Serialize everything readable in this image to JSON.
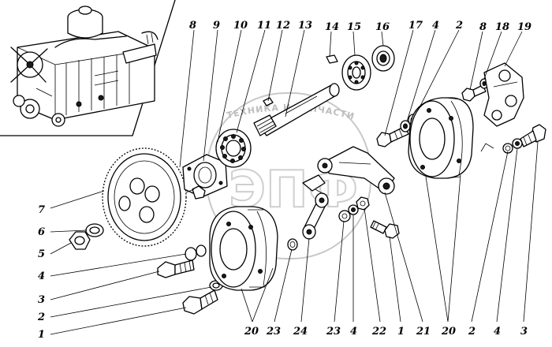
{
  "watermark": {
    "arc_text": "ТЕХНИКА И ЗАПЧАСТИ",
    "logo_text": "ЭПФ"
  },
  "callouts": {
    "top": [
      "8",
      "9",
      "10",
      "11",
      "12",
      "13",
      "14",
      "15",
      "16",
      "17",
      "4",
      "2",
      "8",
      "18",
      "19"
    ],
    "left": [
      "7",
      "6",
      "5",
      "4",
      "3",
      "2",
      "1"
    ],
    "bottom": [
      "20",
      "23",
      "24",
      "23",
      "4",
      "22",
      "1",
      "21",
      "20",
      "2",
      "4",
      "3"
    ]
  }
}
